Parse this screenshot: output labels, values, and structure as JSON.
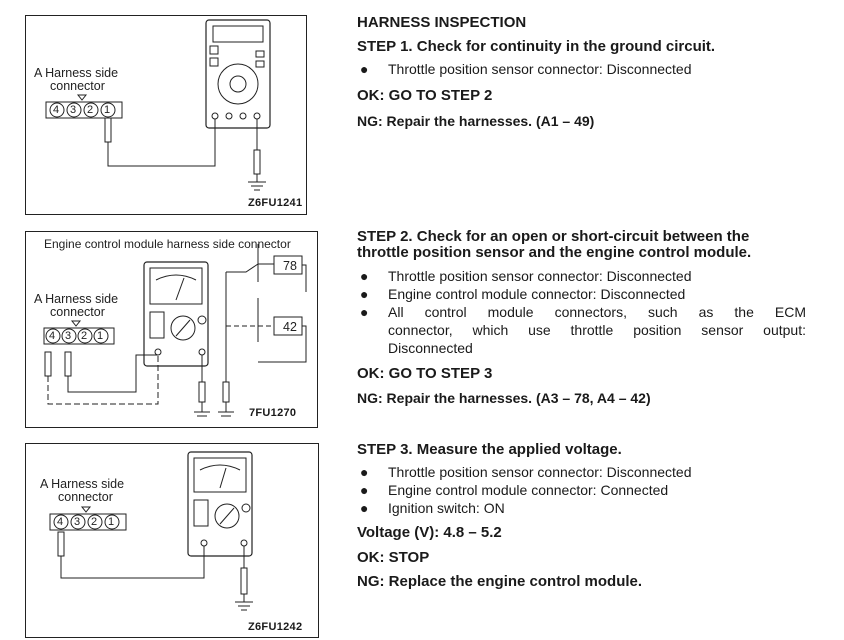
{
  "colors": {
    "ink": "#1a1a1a",
    "line": "#222222",
    "paper": "#ffffff"
  },
  "figures": [
    {
      "harness_label": "A Harness side",
      "connector_word": "connector",
      "pins": [
        "4",
        "3",
        "2",
        "1"
      ],
      "code": "Z6FU1241"
    },
    {
      "top_label": "Engine control module harness side connector",
      "harness_label": "A Harness side",
      "connector_word": "connector",
      "pins": [
        "4",
        "3",
        "2",
        "1"
      ],
      "terminals": [
        "78",
        "42"
      ],
      "code": "7FU1270"
    },
    {
      "harness_label": "A Harness side",
      "connector_word": "connector",
      "pins": [
        "4",
        "3",
        "2",
        "1"
      ],
      "code": "Z6FU1242"
    }
  ],
  "section_title": "HARNESS INSPECTION",
  "step1": {
    "title": "STEP 1. Check for continuity in the ground circuit.",
    "bullets": [
      "Throttle position sensor connector: Disconnected"
    ],
    "ok": "OK: GO TO STEP 2",
    "ng": "NG: Repair the harnesses. (A1 – 49)"
  },
  "step2": {
    "title_line1": "STEP 2. Check for an open or short-circuit between the",
    "title_line2": "throttle position sensor and the engine control module.",
    "bullets": [
      "Throttle position sensor connector: Disconnected",
      "Engine control module connector: Disconnected",
      "All control module connectors, such as the ECM",
      "connector, which use throttle position sensor output:",
      "Disconnected"
    ],
    "ok": "OK: GO TO STEP 3",
    "ng": "NG: Repair the harnesses. (A3 – 78, A4 – 42)"
  },
  "step3": {
    "title": "STEP 3. Measure the applied voltage.",
    "bullets": [
      "Throttle position sensor connector: Disconnected",
      "Engine control module connector: Connected",
      "Ignition switch: ON"
    ],
    "voltage": "Voltage (V): 4.8 – 5.2",
    "ok": "OK: STOP",
    "ng": "NG: Replace the engine control module."
  },
  "bullet_glyph": "●"
}
